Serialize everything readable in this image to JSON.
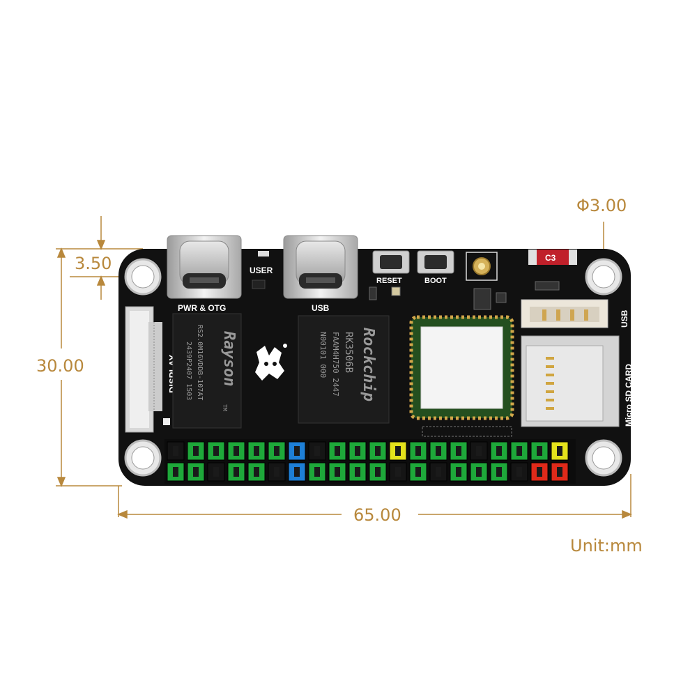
{
  "dimensions": {
    "hole_diameter": "Φ3.00",
    "hole_offset": "3.50",
    "height": "30.00",
    "width": "65.00",
    "unit": "Unit:mm"
  },
  "board_labels": {
    "pwr_otg": "PWR & OTG",
    "usb_c": "USB",
    "user": "USER",
    "reset": "RESET",
    "boot": "BOOT",
    "display": "DISPLAY",
    "usb_side": "USB",
    "micro_sd": "Micro SD CARD",
    "c3": "C3"
  },
  "chips": {
    "memory": {
      "brand": "Rayson",
      "tm": "TM",
      "line1": "RS2.0M16VDDB-107AT",
      "line2": "2439P2407 1503"
    },
    "soc": {
      "brand": "Rockchip",
      "line1": "RK3506B",
      "line2": "FAAM4H750 2447",
      "line3": "N00101 000"
    }
  },
  "colors": {
    "dimension": "#b8883c",
    "pcb": "#111111",
    "pin_green": "#1ea83a",
    "pin_blue": "#1e7fd6",
    "pin_yellow": "#e4e21c",
    "pin_red": "#e02a1a",
    "pin_black": "#151515"
  },
  "gpio_header": {
    "top_row": [
      "black",
      "green",
      "green",
      "green",
      "green",
      "green",
      "blue",
      "black",
      "green",
      "green",
      "green",
      "yellow",
      "green",
      "green",
      "green",
      "black",
      "green",
      "green",
      "green",
      "yellow"
    ],
    "bottom_row": [
      "green",
      "green",
      "black",
      "green",
      "green",
      "black",
      "blue",
      "green",
      "green",
      "green",
      "green",
      "black",
      "green",
      "black",
      "green",
      "green",
      "green",
      "black",
      "red",
      "red"
    ]
  }
}
